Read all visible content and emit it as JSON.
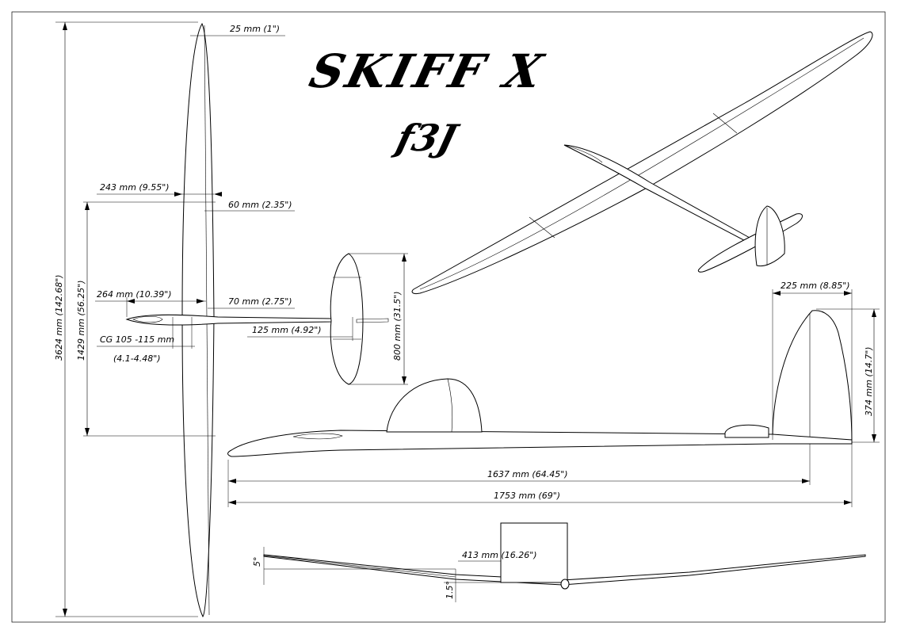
{
  "title": "SKIFF X",
  "subtitle": "f3J",
  "dimensions": {
    "tip_chord": "25 mm (1\")",
    "root_chord": "243 mm (9.55\")",
    "wing_center_width": "60 mm (2.35\")",
    "nose_to_wing": "264 mm (10.39\")",
    "le_offset": "70 mm (2.75\")",
    "cg_label": "CG 105 -115 mm",
    "cg_inch": "(4.1-4.48\")",
    "wingspan": "3624 mm (142.68\")",
    "center_panel": "1429 mm (56.25\")",
    "stab_chord": "125 mm (4.92\")",
    "stab_span": "800 mm (31.5\")",
    "fin_chord": "225 mm (8.85\")",
    "fin_height": "374 mm (14.7\")",
    "fuselage_length": "1637 mm (64.45\")",
    "overall_length": "1753 mm (69\")",
    "dihedral_height": "413 mm (16.26\")",
    "dihedral_tip_angle": "5°",
    "dihedral_root_angle": "1.5°"
  },
  "colors": {
    "line": "#000000",
    "background": "#ffffff"
  }
}
